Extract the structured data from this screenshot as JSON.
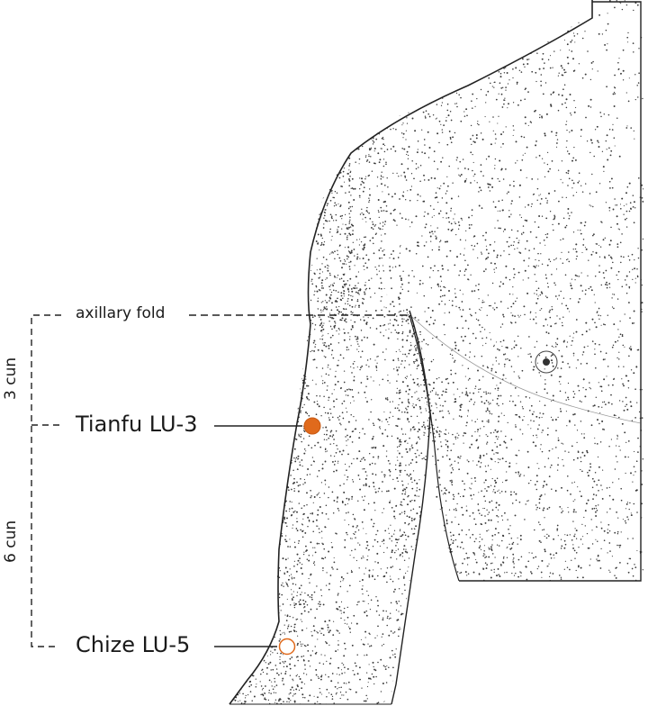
{
  "labels": {
    "axillary_fold": "axillary fold",
    "tianfu": "Tianfu LU-3",
    "chize": "Chize LU-5",
    "upper_span": "3 cun",
    "lower_span": "6 cun"
  },
  "points": {
    "tianfu": {
      "name": "Tianfu LU-3",
      "style": "filled"
    },
    "chize": {
      "name": "Chize LU-5",
      "style": "hollow"
    }
  },
  "colors": {
    "point": "#e06a1c",
    "line": "#222222",
    "stipple": "#3a3a3a"
  }
}
